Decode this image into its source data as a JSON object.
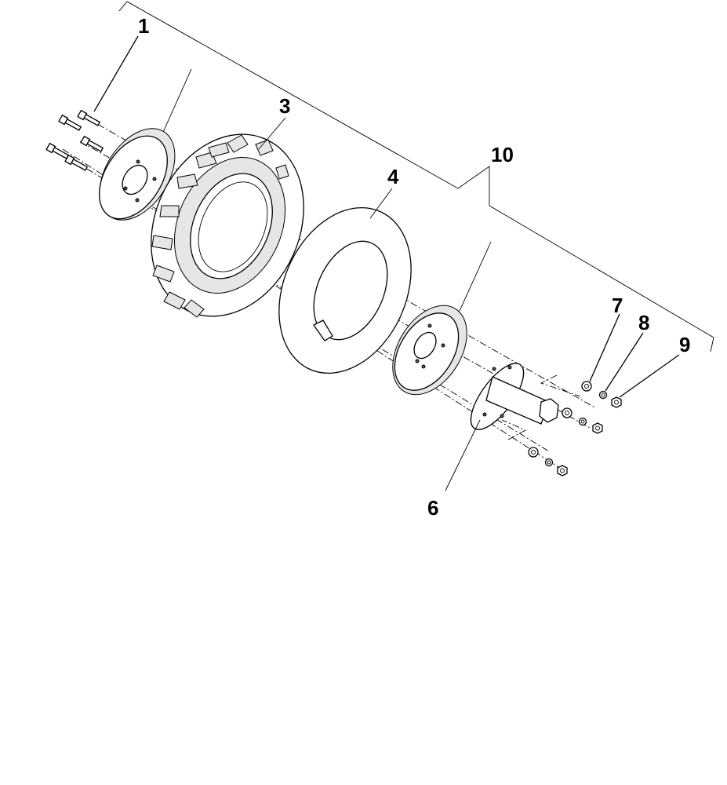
{
  "callouts": [
    {
      "id": "1",
      "label": "1"
    },
    {
      "id": "3",
      "label": "3"
    },
    {
      "id": "4",
      "label": "4"
    },
    {
      "id": "6",
      "label": "6"
    },
    {
      "id": "7",
      "label": "7"
    },
    {
      "id": "8",
      "label": "8"
    },
    {
      "id": "9",
      "label": "9"
    },
    {
      "id": "10",
      "label": "10"
    }
  ],
  "parts": {
    "bolts": "bolt-icon",
    "outer_rim": "wheel-rim-icon",
    "tire": "tire-icon",
    "inner_tube": "inner-tube-icon",
    "inner_rim": "wheel-rim-icon",
    "hub": "hex-hub-icon",
    "washer": "washer-icon",
    "lock_washer": "lock-washer-icon",
    "nut": "nut-icon"
  }
}
